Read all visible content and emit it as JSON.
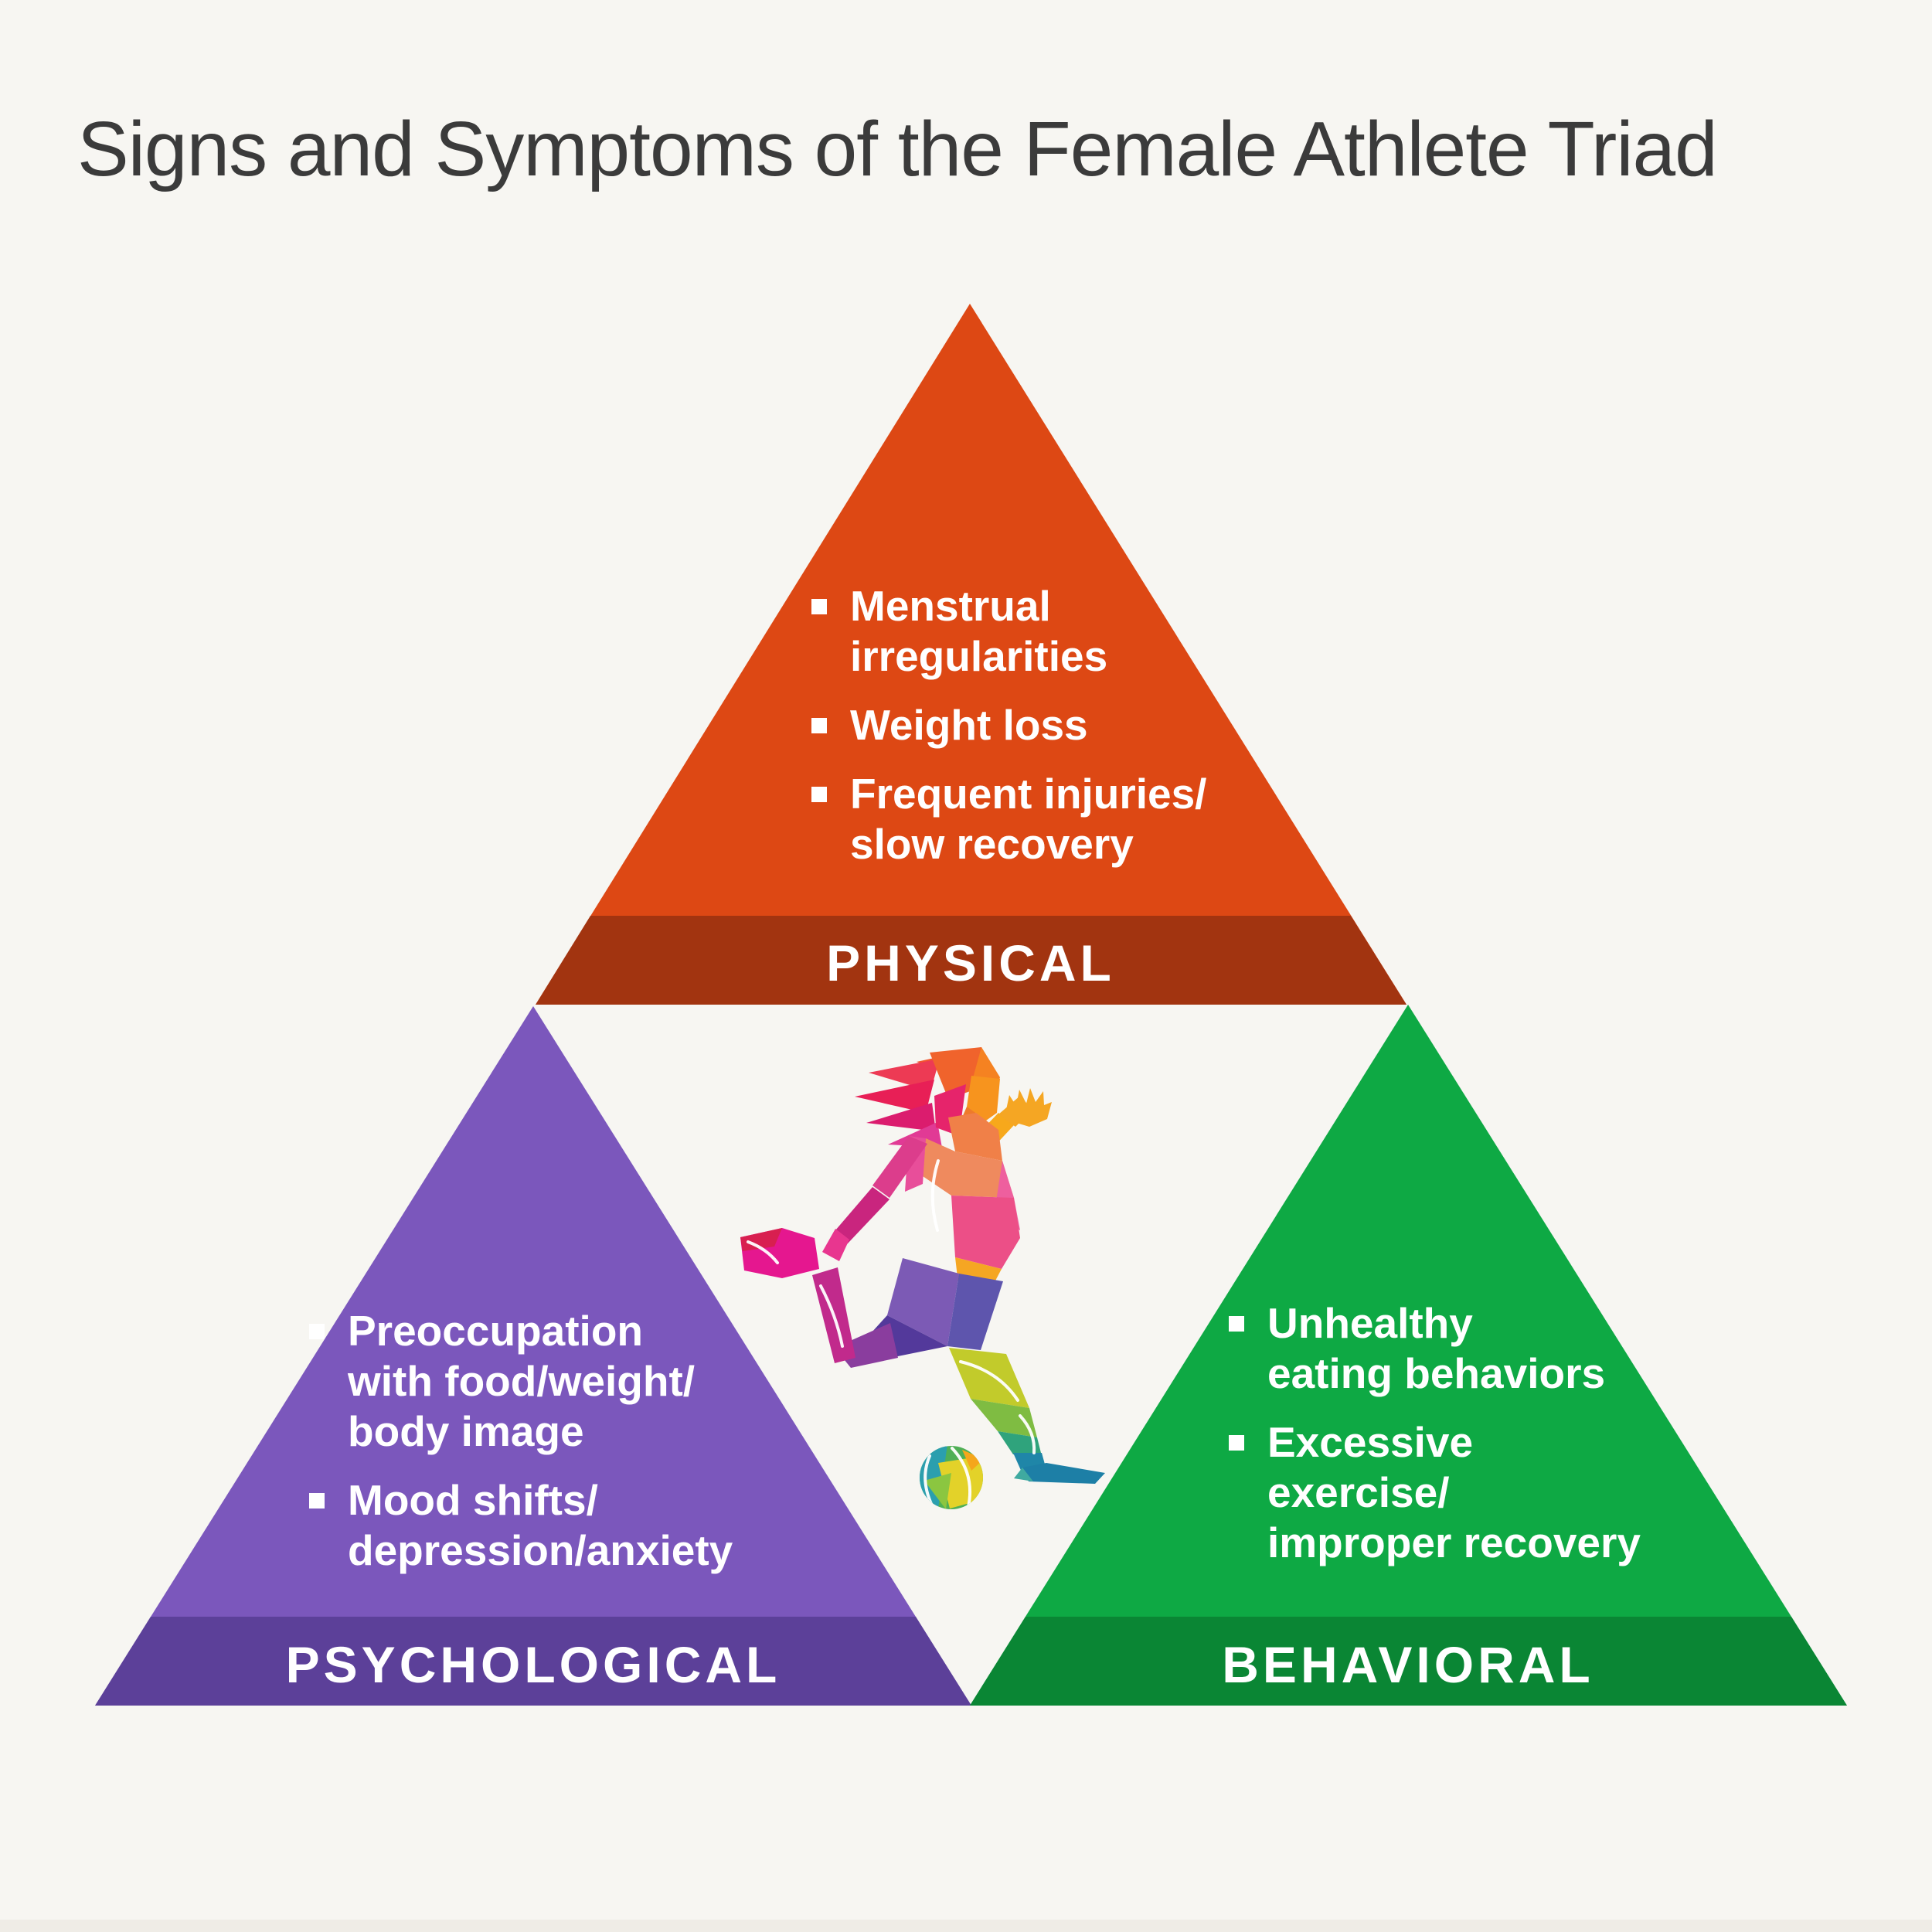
{
  "title": "Signs and Symptoms of the Female Athlete Triad",
  "colors": {
    "background": "#F7F6F2",
    "frame": "#EDEAE4",
    "title_text": "#3B3B3B",
    "list_text": "#FFFFFF",
    "physical_light": "#DD4814",
    "physical_dark": "#A23410",
    "psychological_light": "#7B57BC",
    "psychological_dark": "#5C4099",
    "behavioral_light": "#0EA944",
    "behavioral_dark": "#0A8634"
  },
  "sections": {
    "physical": {
      "label": "PHYSICAL",
      "items": [
        {
          "lines": [
            "Menstrual",
            "irregularities"
          ]
        },
        {
          "lines": [
            "Weight loss"
          ]
        },
        {
          "lines": [
            "Frequent injuries/",
            "slow recovery"
          ]
        }
      ]
    },
    "psychological": {
      "label": "PSYCHOLOGICAL",
      "items": [
        {
          "lines": [
            "Preoccupation",
            "with food/weight/",
            "body image"
          ]
        },
        {
          "lines": [
            "Mood shifts/",
            "depression/anxiety"
          ]
        }
      ]
    },
    "behavioral": {
      "label": "BEHAVIORAL",
      "items": [
        {
          "lines": [
            "Unhealthy",
            "eating behaviors"
          ]
        },
        {
          "lines": [
            "Excessive",
            "exercise/",
            "improper recovery"
          ]
        }
      ]
    }
  },
  "illustration": {
    "name": "female-soccer-player-kicking-ball",
    "style": "low-poly"
  }
}
